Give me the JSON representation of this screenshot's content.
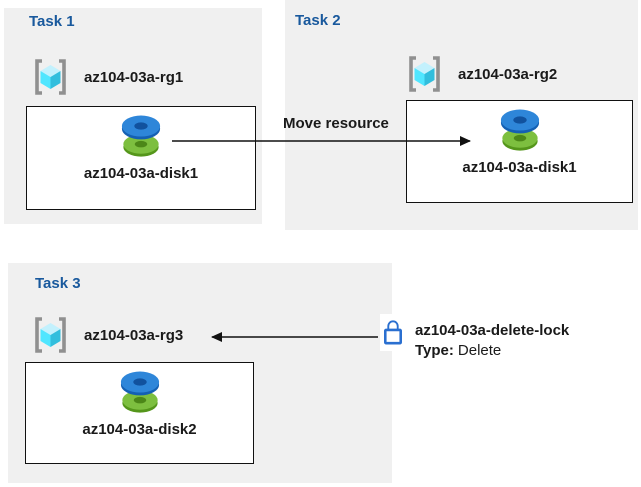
{
  "diagram": {
    "tasks": [
      {
        "title": "Task 1",
        "resource_group": "az104-03a-rg1",
        "resource": "az104-03a-disk1"
      },
      {
        "title": "Task 2",
        "resource_group": "az104-03a-rg2",
        "resource": "az104-03a-disk1"
      },
      {
        "title": "Task 3",
        "resource_group": "az104-03a-rg3",
        "resource": "az104-03a-disk2"
      }
    ],
    "move_arrow_label": "Move resource",
    "lock": {
      "name": "az104-03a-delete-lock",
      "type_label": "Type:",
      "type_value": "Delete"
    }
  },
  "icons": {
    "resource_group": "resource-group-icon",
    "disk": "disk-icon",
    "lock": "lock-icon"
  },
  "colors": {
    "panel_bg": "#f0f0f0",
    "title_blue": "#19599d",
    "text": "#1a1a1a",
    "arrow": "#111111",
    "bracket_gray": "#909090",
    "cube_top": "#c3f1fd",
    "cube_left": "#50e6ff",
    "cube_right": "#32bedd",
    "disk_blue_top": "#2e86d9",
    "disk_blue_side": "#1460b3",
    "disk_green_top": "#7dbf3f",
    "disk_green_side": "#55961b",
    "lock_blue": "#2a6fd0"
  }
}
